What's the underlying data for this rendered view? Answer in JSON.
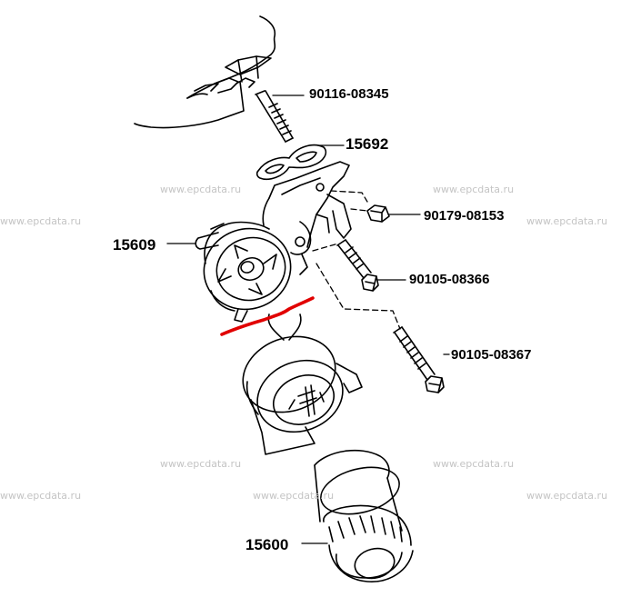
{
  "watermark": "www.epcdata.ru",
  "parts": {
    "stud": "90116-08345",
    "gasket": "15692",
    "nut": "90179-08153",
    "cooler_housing": "15609",
    "bolt_short": "90105-08366",
    "bolt_long": "90105-08367",
    "oil_filter": "15600"
  },
  "colors": {
    "line": "#000000",
    "watermark": "#c4c4c4",
    "marker": "#e10000"
  }
}
